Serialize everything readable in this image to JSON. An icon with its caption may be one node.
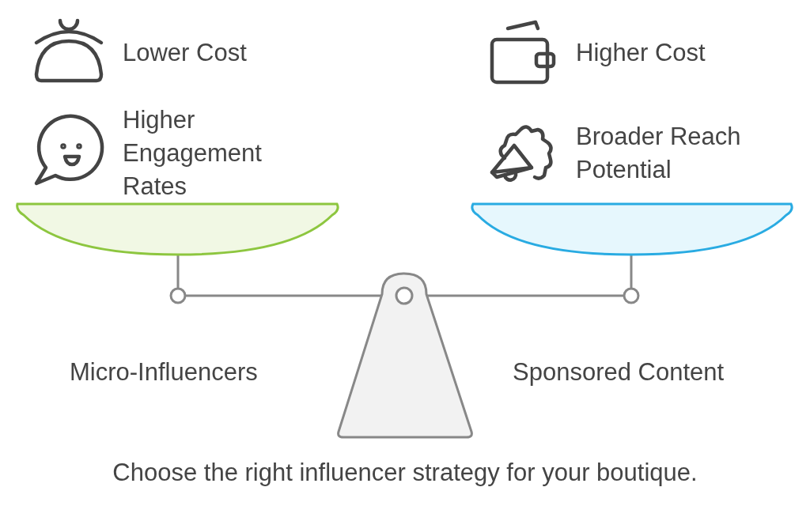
{
  "diagram": {
    "caption": "Choose the right influencer strategy for your boutique.",
    "labels": [
      "Lower Cost",
      "Higher Cost",
      "Higher Engagement Rates",
      "Broader Reach Potential",
      "Micro-Influencers",
      "Sponsored Content"
    ]
  }
}
